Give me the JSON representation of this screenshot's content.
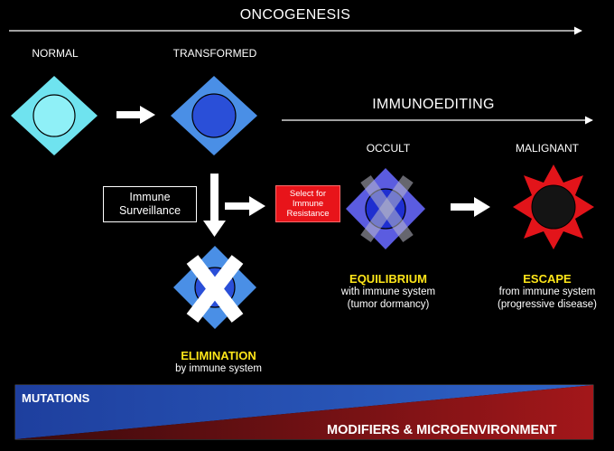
{
  "header": {
    "oncogenesis": "ONCOGENESIS",
    "immunoediting": "IMMUNOEDITING"
  },
  "stages": {
    "normal": "NORMAL",
    "transformed": "TRANSFORMED",
    "occult": "OCCULT",
    "malignant": "MALIGNANT"
  },
  "boxes": {
    "immune_surveillance_line1": "Immune",
    "immune_surveillance_line2": "Surveillance",
    "select_line1": "Select for",
    "select_line2": "Immune",
    "select_line3": "Resistance"
  },
  "phases": {
    "elimination": {
      "title": "ELIMINATION",
      "line1": "by immune system"
    },
    "equilibrium": {
      "title": "EQUILIBRIUM",
      "line1": "with immune system",
      "line2": "(tumor dormancy)"
    },
    "escape": {
      "title": "ESCAPE",
      "line1": "from immune system",
      "line2": "(progressive disease)"
    }
  },
  "bar": {
    "mutations": "MUTATIONS",
    "modifiers": "MODIFIERS & MICROENVIRONMENT"
  },
  "colors": {
    "normal_fill": "#6fe3ef",
    "normal_nucleus": "#8ff0f7",
    "transformed_fill": "#4a8fe6",
    "transformed_nucleus": "#2a4fd8",
    "occult_fill": "#5b5ce0",
    "occult_nucleus": "#1f2fd0",
    "malignant_fill": "#e2141a",
    "malignant_nucleus": "#141414",
    "highlight_yellow": "#ffe619",
    "mutations_blue": "#1f44a8",
    "modifiers_red": "#8a1114"
  }
}
